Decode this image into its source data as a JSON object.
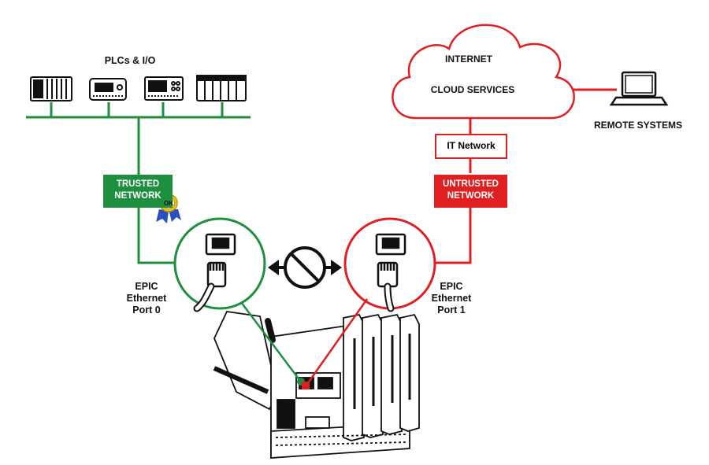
{
  "diagram": {
    "plcs_label": "PLCs & I/O",
    "cloud": {
      "internet": "INTERNET",
      "cloud_services": "CLOUD SERVICES"
    },
    "remote_systems": "REMOTE SYSTEMS",
    "it_network": "IT Network",
    "trusted": {
      "line1": "TRUSTED",
      "line2": "NETWORK",
      "ok": "OK"
    },
    "untrusted": {
      "line1": "UNTRUSTED",
      "line2": "NETWORK"
    },
    "port0": {
      "line1": "EPIC",
      "line2": "Ethernet",
      "line3": "Port 0"
    },
    "port1": {
      "line1": "EPIC",
      "line2": "Ethernet",
      "line3": "Port 1"
    },
    "colors": {
      "trusted": "#1e8f3e",
      "untrusted": "#e02020",
      "ink": "#111111"
    }
  }
}
